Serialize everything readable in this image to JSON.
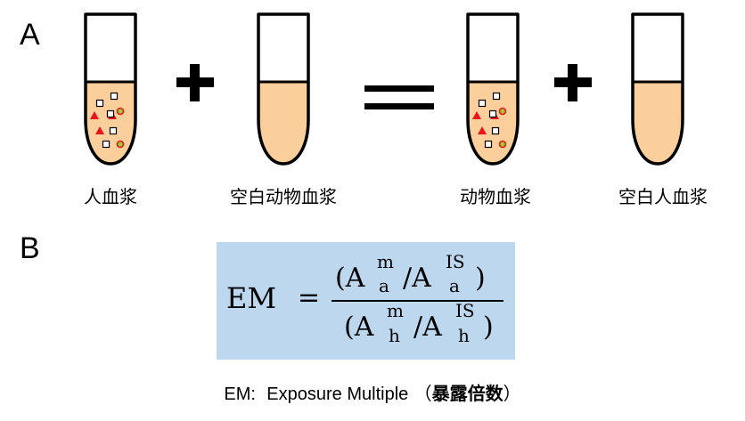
{
  "panels": {
    "a_label": "A",
    "b_label": "B"
  },
  "tubes": [
    {
      "label": "人血浆",
      "has_analytes": true
    },
    {
      "label": "空白动物血浆",
      "has_analytes": false
    },
    {
      "label": "动物血浆",
      "has_analytes": true
    },
    {
      "label": "空白人血浆",
      "has_analytes": false
    }
  ],
  "colors": {
    "plasma": "#fbcf9c",
    "triangle": "#e8151b",
    "circle_ring": "#e8151b",
    "circle_fill": "#9acd32",
    "square": "#ffffff",
    "formula_bg": "#bdd7ee"
  },
  "formula": {
    "lhs": "EM",
    "equals": "=",
    "num_open": "(A",
    "num_sup1": "m",
    "num_sub1": "a",
    "num_mid": "/A",
    "num_sup2": "IS",
    "num_sub2": "a",
    "num_close": ")",
    "den_open": "(A",
    "den_sup1": "m",
    "den_sub1": "h",
    "den_mid": "/A",
    "den_sup2": "IS",
    "den_sub2": "h",
    "den_close": ")"
  },
  "caption": {
    "abbr": "EM:",
    "full": "Exposure Multiple",
    "paren_open": "（",
    "chinese": "暴露倍数",
    "paren_close": "）"
  }
}
